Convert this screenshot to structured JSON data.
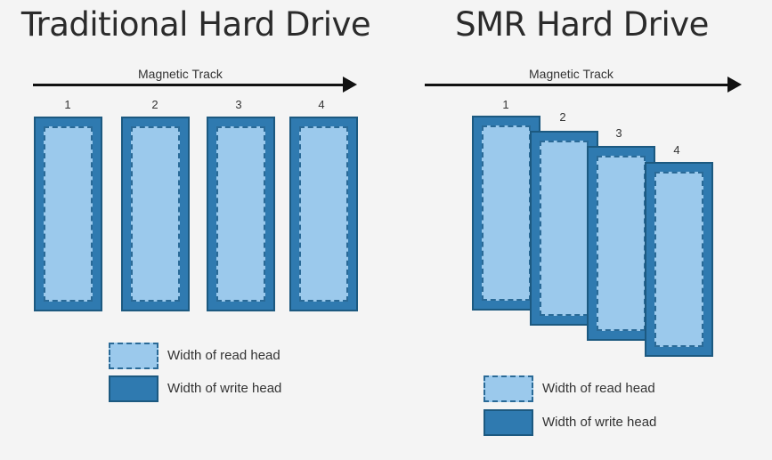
{
  "traditional": {
    "title": "Traditional Hard Drive",
    "track_label": "Magnetic Track",
    "tracks": [
      "1",
      "2",
      "3",
      "4"
    ],
    "legend": {
      "read": "Width of read head",
      "write": "Width of write head"
    }
  },
  "smr": {
    "title": "SMR Hard Drive",
    "track_label": "Magnetic Track",
    "tracks": [
      "1",
      "2",
      "3",
      "4"
    ],
    "legend": {
      "read": "Width of read head",
      "write": "Width of write head"
    }
  },
  "colors": {
    "write_head": "#2f7ab0",
    "read_head": "#9bc9ec",
    "border": "#1c5980"
  }
}
